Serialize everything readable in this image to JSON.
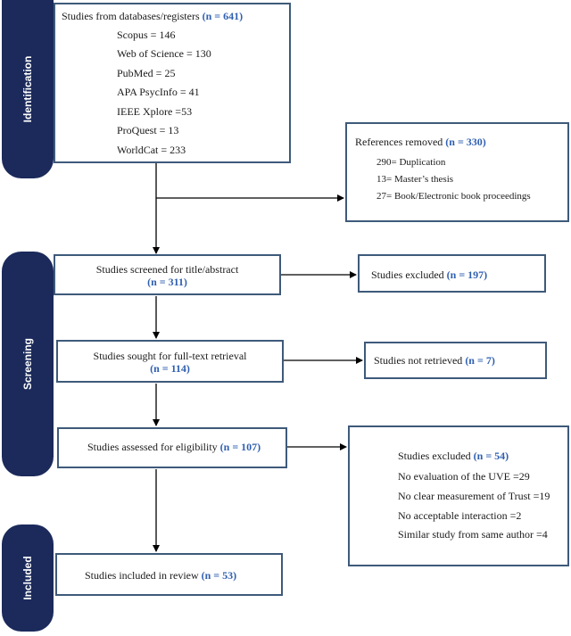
{
  "phases": {
    "identification": "Identification",
    "screening": "Screening",
    "included": "Included"
  },
  "records": {
    "label": "Studies from databases/registers",
    "n": "(n = 641)",
    "sources": [
      "Scopus = 146",
      "Web of Science = 130",
      "PubMed = 25",
      "APA PsycInfo = 41",
      "IEEE Xplore =53",
      "ProQuest = 13",
      "WorldCat = 233"
    ]
  },
  "removed": {
    "label": "References removed",
    "n": "(n = 330)",
    "items": [
      "290= Duplication",
      "13= Master’s thesis",
      "27= Book/Electronic book proceedings"
    ]
  },
  "screened": {
    "label": "Studies screened for title/abstract",
    "n": "(n = 311)"
  },
  "excluded1": {
    "label": "Studies excluded",
    "n": "(n = 197)"
  },
  "sought": {
    "label": "Studies sought for full-text retrieval",
    "n": "(n = 114)"
  },
  "not_retrieved": {
    "label": "Studies not retrieved",
    "n": "(n = 7)"
  },
  "assessed": {
    "label": "Studies assessed for eligibility",
    "n": "(n = 107)"
  },
  "excluded2": {
    "label": "Studies excluded",
    "n": "(n = 54)",
    "items": [
      "No evaluation of the UVE =29",
      "No clear measurement of Trust =19",
      "No acceptable interaction =2",
      "Similar study from same author =4"
    ]
  },
  "included": {
    "label": "Studies included in review",
    "n": "(n = 53)"
  },
  "colors": {
    "band": "#1b2a5b",
    "box_border": "#3e5a7a",
    "count": "#2f5fb0"
  }
}
